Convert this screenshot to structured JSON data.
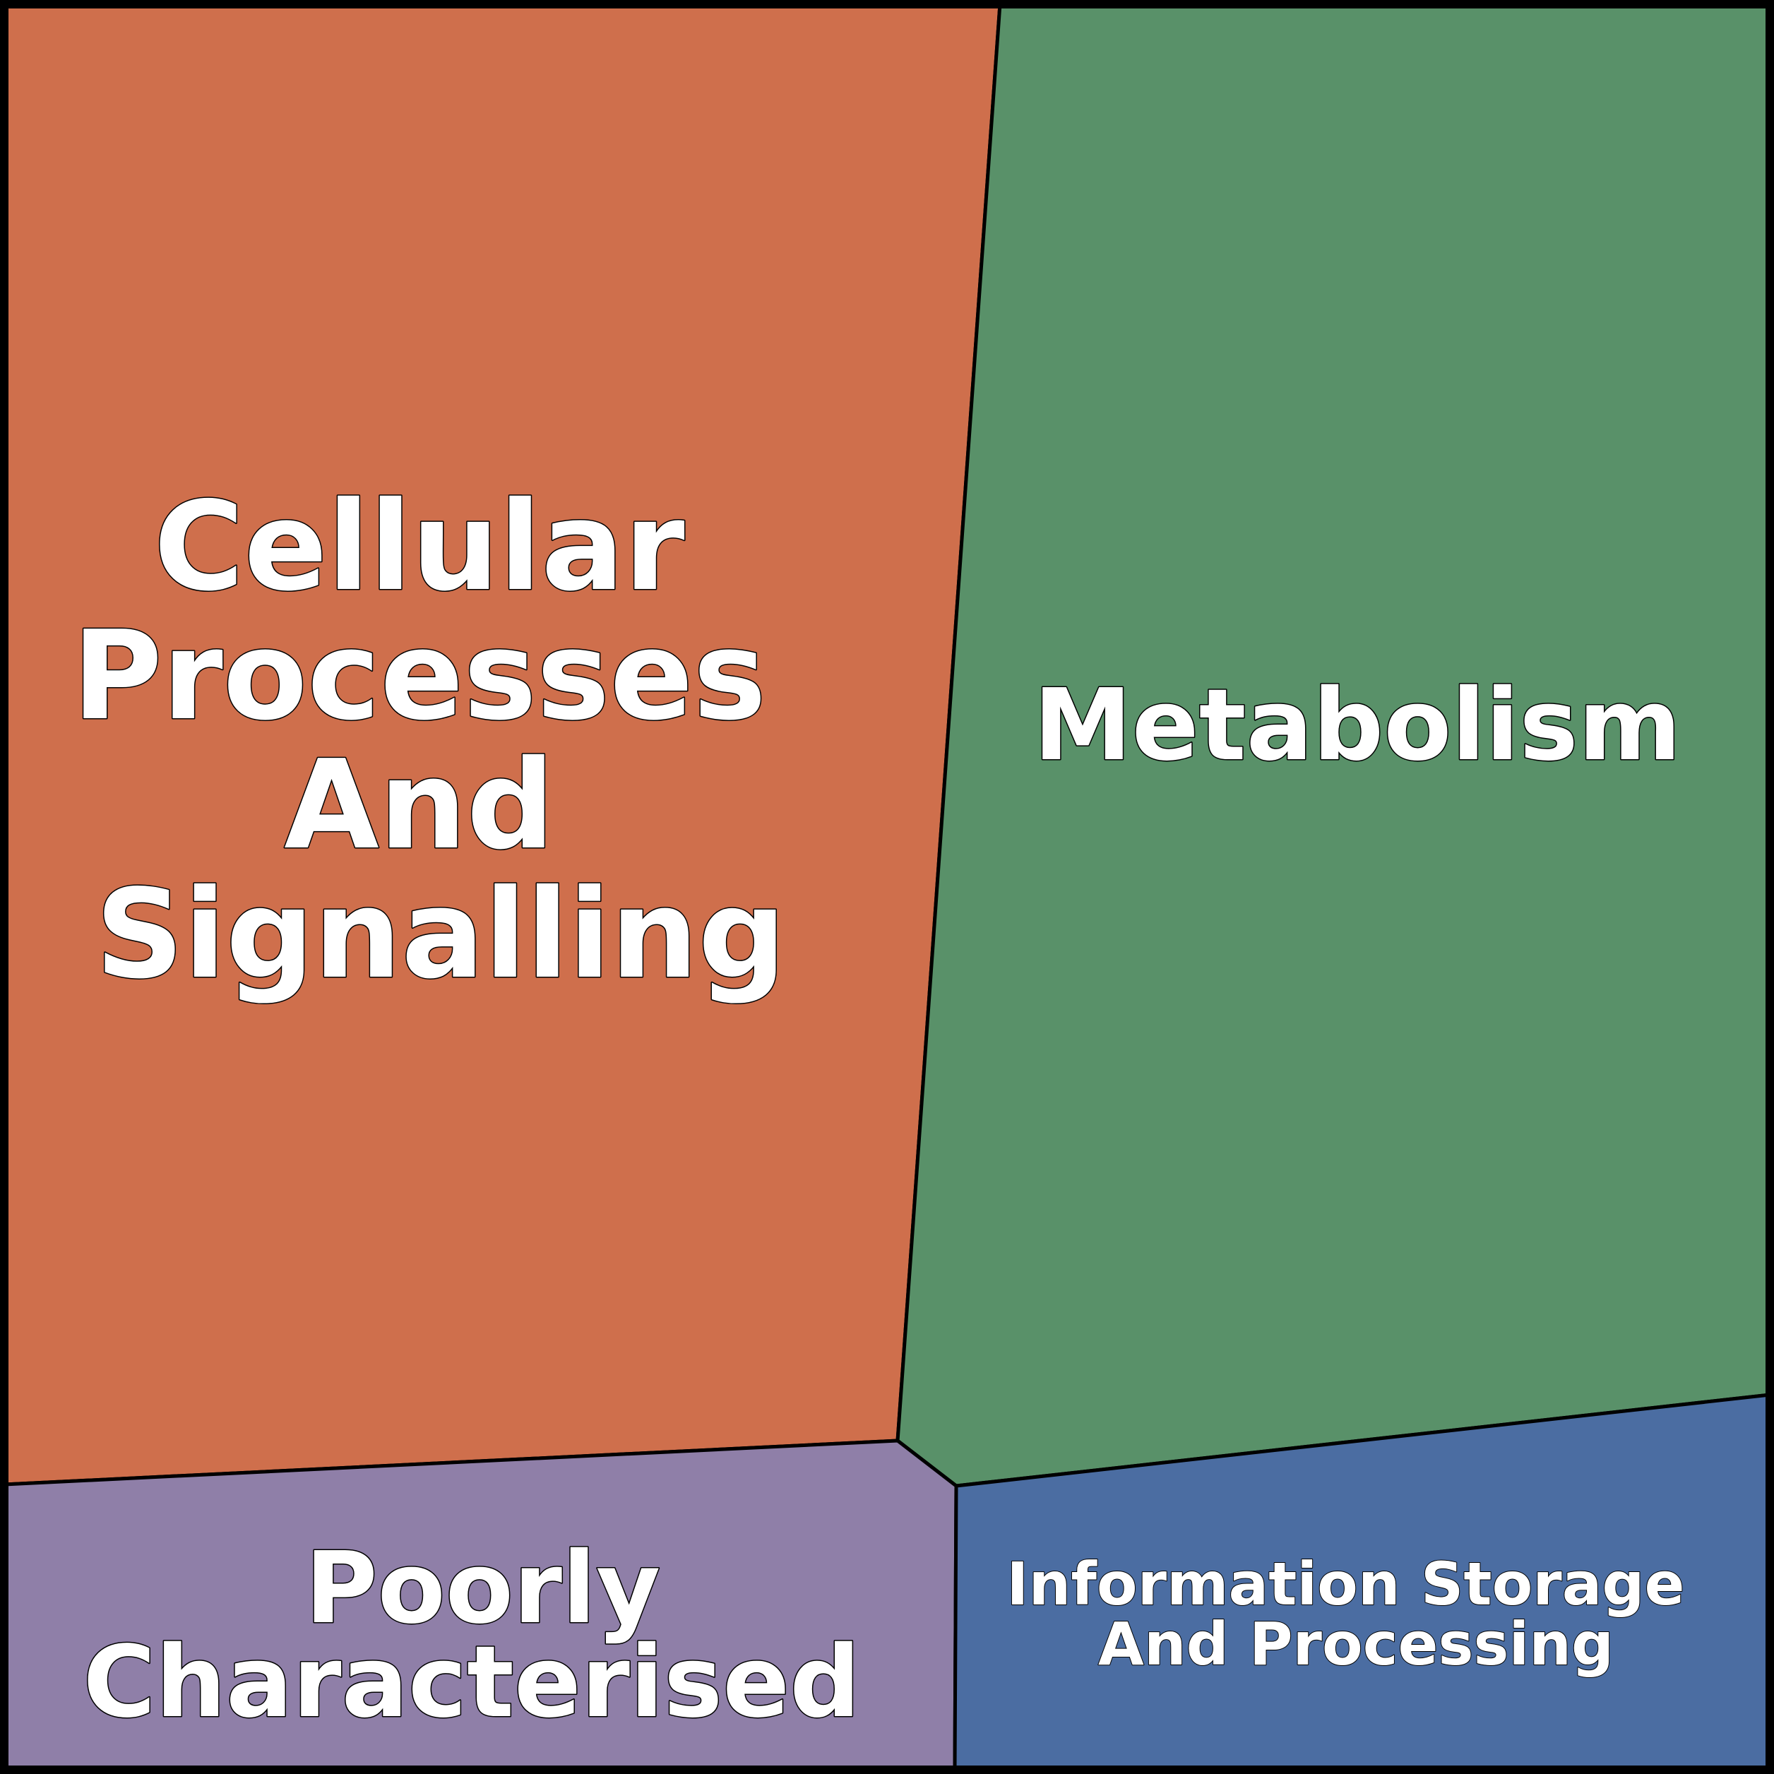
{
  "regions": [
    {
      "id": "cellular",
      "label_lines": [
        "Cellular",
        "Processes",
        "And",
        "Signalling"
      ],
      "color": "#cf6f4c"
    },
    {
      "id": "metabolism",
      "label_lines": [
        "Metabolism"
      ],
      "color": "#599169"
    },
    {
      "id": "poorly",
      "label_lines": [
        "Poorly",
        "Characterised"
      ],
      "color": "#8f7fa8"
    },
    {
      "id": "information",
      "label_lines": [
        "Information Storage",
        "And Processing"
      ],
      "color": "#4b6da2"
    }
  ]
}
